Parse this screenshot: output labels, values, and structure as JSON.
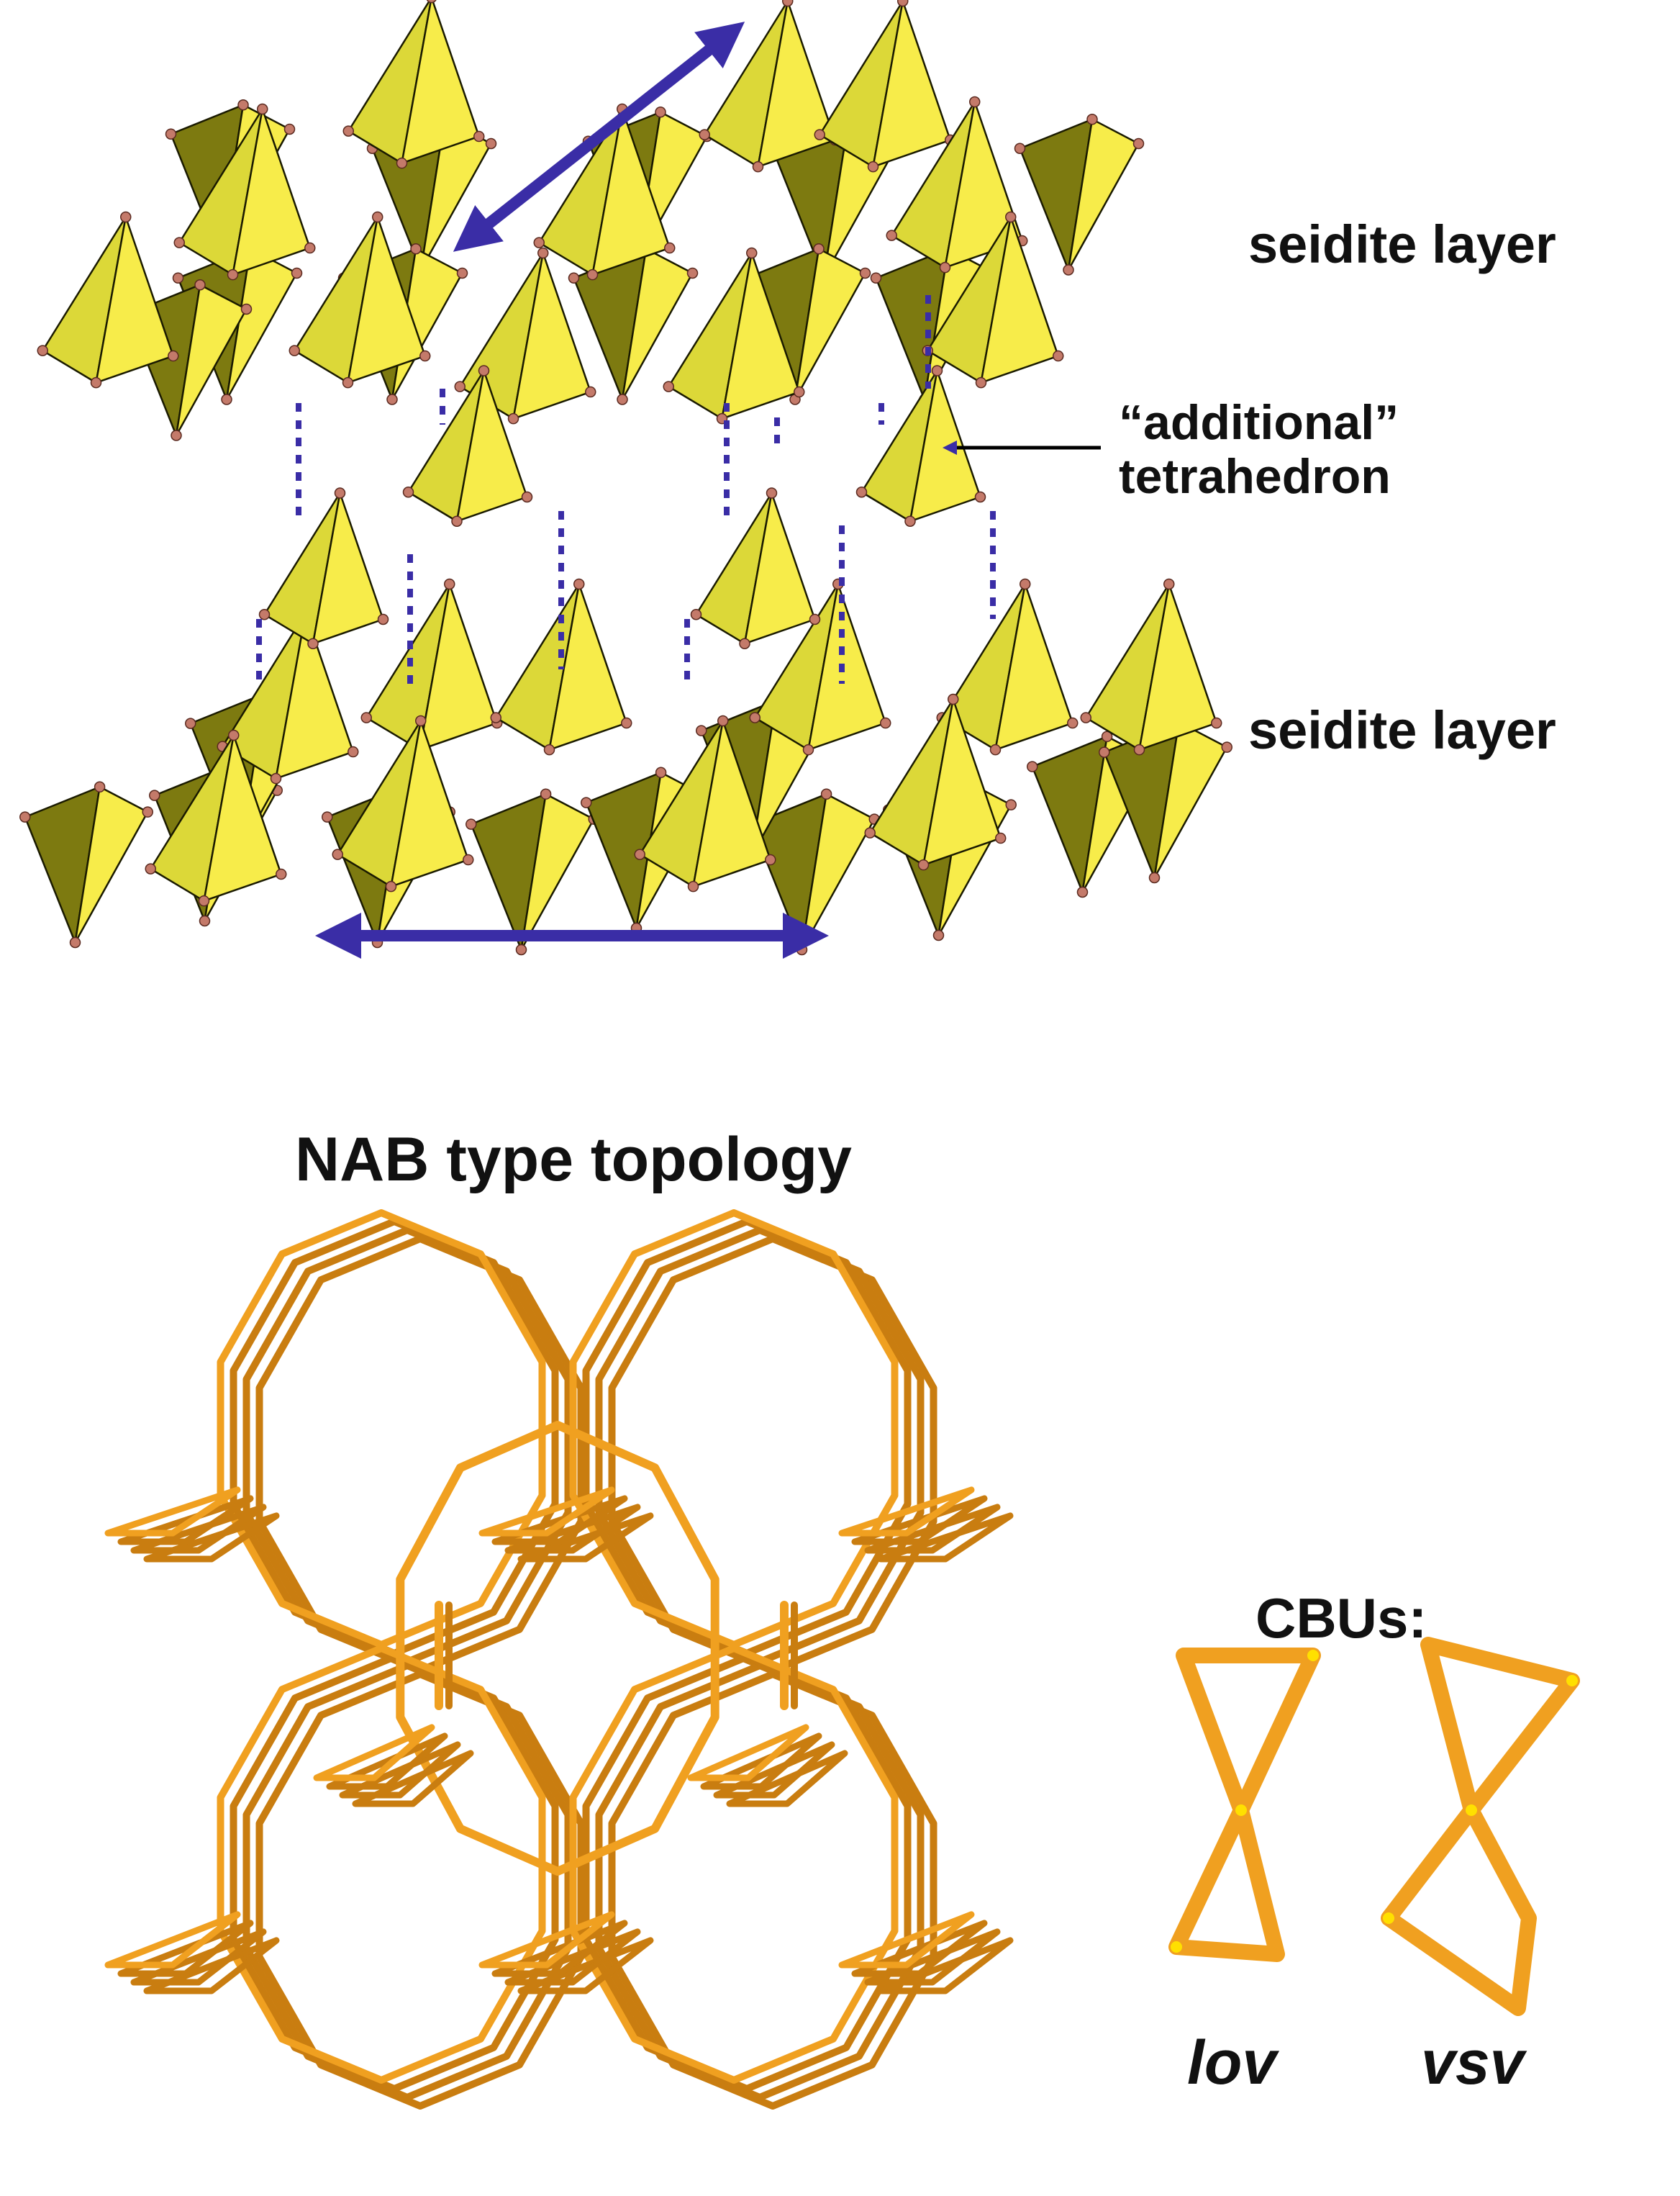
{
  "labels": {
    "seidite_layer_top": "seidite layer",
    "additional_line1": "“additional”",
    "additional_line2": "tetrahedron",
    "seidite_layer_bottom": "seidite layer",
    "topology_title": "NAB type topology",
    "cbus_title": "CBUs:",
    "cbu_lov": "lov",
    "cbu_vsv": "vsv"
  },
  "colors": {
    "tetra_light": "#f7ec4a",
    "tetra_mid": "#dcd838",
    "tetra_dark": "#7d7a10",
    "tetra_edge": "#1a1a00",
    "oxygen_atom": "#c47a6a",
    "arrow": "#3a2da6",
    "bond_dotted": "#3a2da6",
    "framework": "#f0a020",
    "framework_shade": "#c97d10",
    "framework_node": "#ffe000"
  }
}
